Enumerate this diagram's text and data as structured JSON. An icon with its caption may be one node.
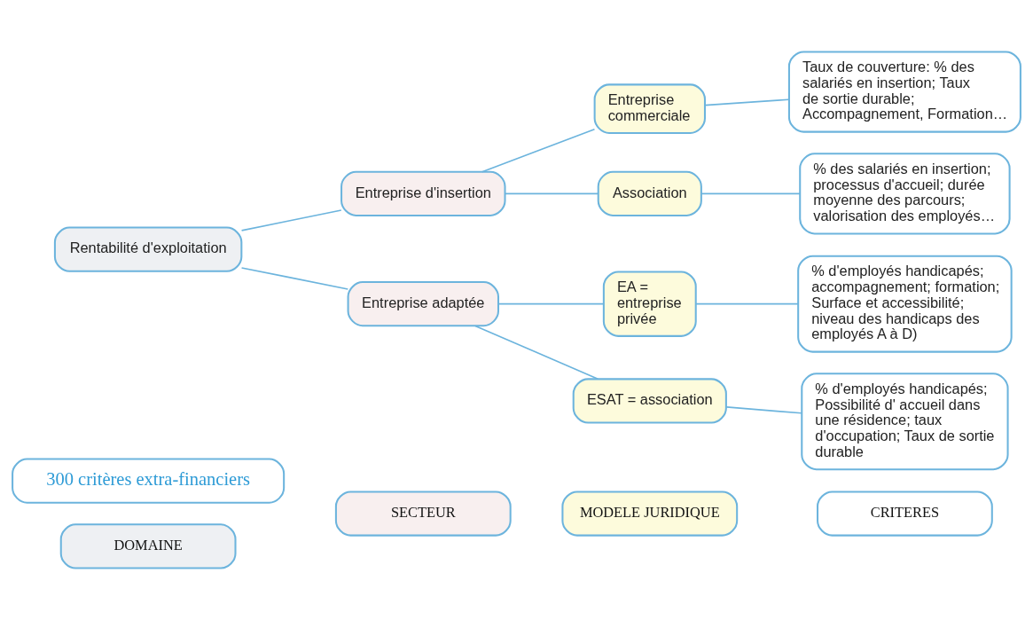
{
  "diagram": {
    "nodes": [
      {
        "text": [
          "300 critères extra-financiers"
        ]
      },
      {
        "text": [
          "DOMAINE"
        ]
      },
      {
        "text": [
          "SECTEUR"
        ]
      },
      {
        "text": [
          "MODELE JURIDIQUE"
        ]
      },
      {
        "text": [
          "CRITERES"
        ]
      },
      {
        "text": [
          "Rentabilité d'exploitation"
        ]
      },
      {
        "text": [
          "Entreprise d'insertion"
        ]
      },
      {
        "text": [
          "Entreprise adaptée"
        ]
      },
      {
        "text": [
          "Entreprise commerciale"
        ]
      },
      {
        "text": [
          "Association"
        ]
      },
      {
        "text": [
          "EA = entreprise privée"
        ]
      },
      {
        "text": [
          "ESAT = association"
        ]
      },
      {
        "text": [
          "Taux de couverture: % des salariés en insertion; Taux de sortie durable; Accompagnement, Formation…"
        ]
      },
      {
        "text": [
          "% des salariés en insertion; processus d'accueil; durée moyenne des parcours; valorisation des employés…"
        ]
      },
      {
        "text": [
          "% d'employés handicapés; accompagnement; formation; Surface et accessibilité; niveau des handicaps des employés A à D)"
        ]
      },
      {
        "text": [
          "% d'employés handicapés; Possibilité d' accueil dans une résidence; taux d'occupation; Taux de sortie durable"
        ]
      }
    ],
    "edges": [
      {
        "from": 5,
        "to": 6,
        "arrow": "none"
      },
      {
        "from": 5,
        "to": 7,
        "arrow": "none"
      },
      {
        "from": 6,
        "to": 8,
        "arrow": "none"
      },
      {
        "from": 6,
        "to": 9,
        "arrow": "none"
      },
      {
        "from": 7,
        "to": 10,
        "arrow": "none"
      },
      {
        "from": 7,
        "to": 11,
        "arrow": "none"
      },
      {
        "from": 8,
        "to": 12,
        "arrow": "none"
      },
      {
        "from": 9,
        "to": 13,
        "arrow": "none"
      },
      {
        "from": 10,
        "to": 14,
        "arrow": "none"
      },
      {
        "from": 11,
        "to": 15,
        "arrow": "none"
      }
    ]
  }
}
